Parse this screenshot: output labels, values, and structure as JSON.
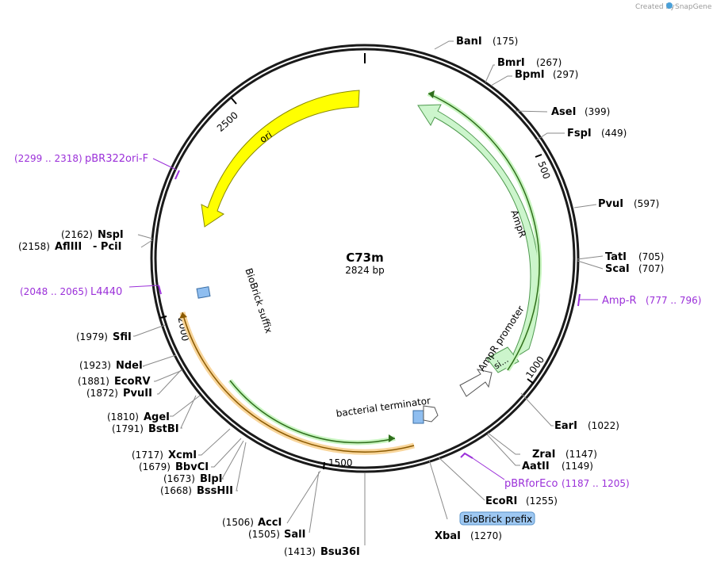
{
  "credit": "Created by",
  "credit_brand": "SnapGene",
  "plasmid": {
    "name": "C73m",
    "length_label": "2824 bp"
  },
  "ticks": [
    "500",
    "1000",
    "1500",
    "2000",
    "2500"
  ],
  "features": {
    "ori": "ori",
    "ampr": "AmpR",
    "ampr_promoter": "AmpR promoter",
    "ampr_signal": "si...",
    "bacterial_terminator": "bacterial terminator",
    "biobrick_suffix": "BioBrick suffix",
    "biobrick_prefix": "BioBrick prefix"
  },
  "enzymes": [
    {
      "name": "BanI",
      "pos": "(175)"
    },
    {
      "name": "BmrI",
      "pos": "(267)"
    },
    {
      "name": "BpmI",
      "pos": "(297)"
    },
    {
      "name": "AseI",
      "pos": "(399)"
    },
    {
      "name": "FspI",
      "pos": "(449)"
    },
    {
      "name": "PvuI",
      "pos": "(597)"
    },
    {
      "name": "TatI",
      "pos": "(705)"
    },
    {
      "name": "ScaI",
      "pos": "(707)"
    },
    {
      "name": "EarI",
      "pos": "(1022)"
    },
    {
      "name": "ZraI",
      "pos": "(1147)"
    },
    {
      "name": "AatII",
      "pos": "(1149)"
    },
    {
      "name": "EcoRI",
      "pos": "(1255)"
    },
    {
      "name": "XbaI",
      "pos": "(1270)"
    },
    {
      "name": "AccI",
      "pos": "(1506)"
    },
    {
      "name": "SalI",
      "pos": "(1505)"
    },
    {
      "name": "Bsu36I",
      "pos": "(1413)"
    },
    {
      "name": "XcmI",
      "pos": "(1717)"
    },
    {
      "name": "BbvCI",
      "pos": "(1679)"
    },
    {
      "name": "BlpI",
      "pos": "(1673)"
    },
    {
      "name": "BssHII",
      "pos": "(1668)"
    },
    {
      "name": "AgeI",
      "pos": "(1810)"
    },
    {
      "name": "BstBI",
      "pos": "(1791)"
    },
    {
      "name": "EcoRV",
      "pos": "(1881)"
    },
    {
      "name": "PvuII",
      "pos": "(1872)"
    },
    {
      "name": "NdeI",
      "pos": "(1923)"
    },
    {
      "name": "SfiI",
      "pos": "(1979)"
    },
    {
      "name": "NspI",
      "pos": "(2162)"
    },
    {
      "name": "AflIII",
      "pos": "(2158)"
    },
    {
      "name": "- PciI",
      "pos": ""
    }
  ],
  "primers": [
    {
      "name": "Amp-R",
      "range": "(777 .. 796)"
    },
    {
      "name": "pBRforEco",
      "range": "(1187 .. 1205)"
    },
    {
      "name": "L4440",
      "range": "(2048 .. 2065)"
    },
    {
      "name": "pBR322ori-F",
      "range": "(2299 .. 2318)"
    }
  ],
  "colors": {
    "ori": "#ffff00",
    "ampr": "#ccf5cc",
    "ampr_promoter": "#ffffff",
    "orange_band": "#f8d59a",
    "green_band": "#c8f5c0",
    "primer": "#9b30d9",
    "biobrick": "#8fbef0"
  }
}
